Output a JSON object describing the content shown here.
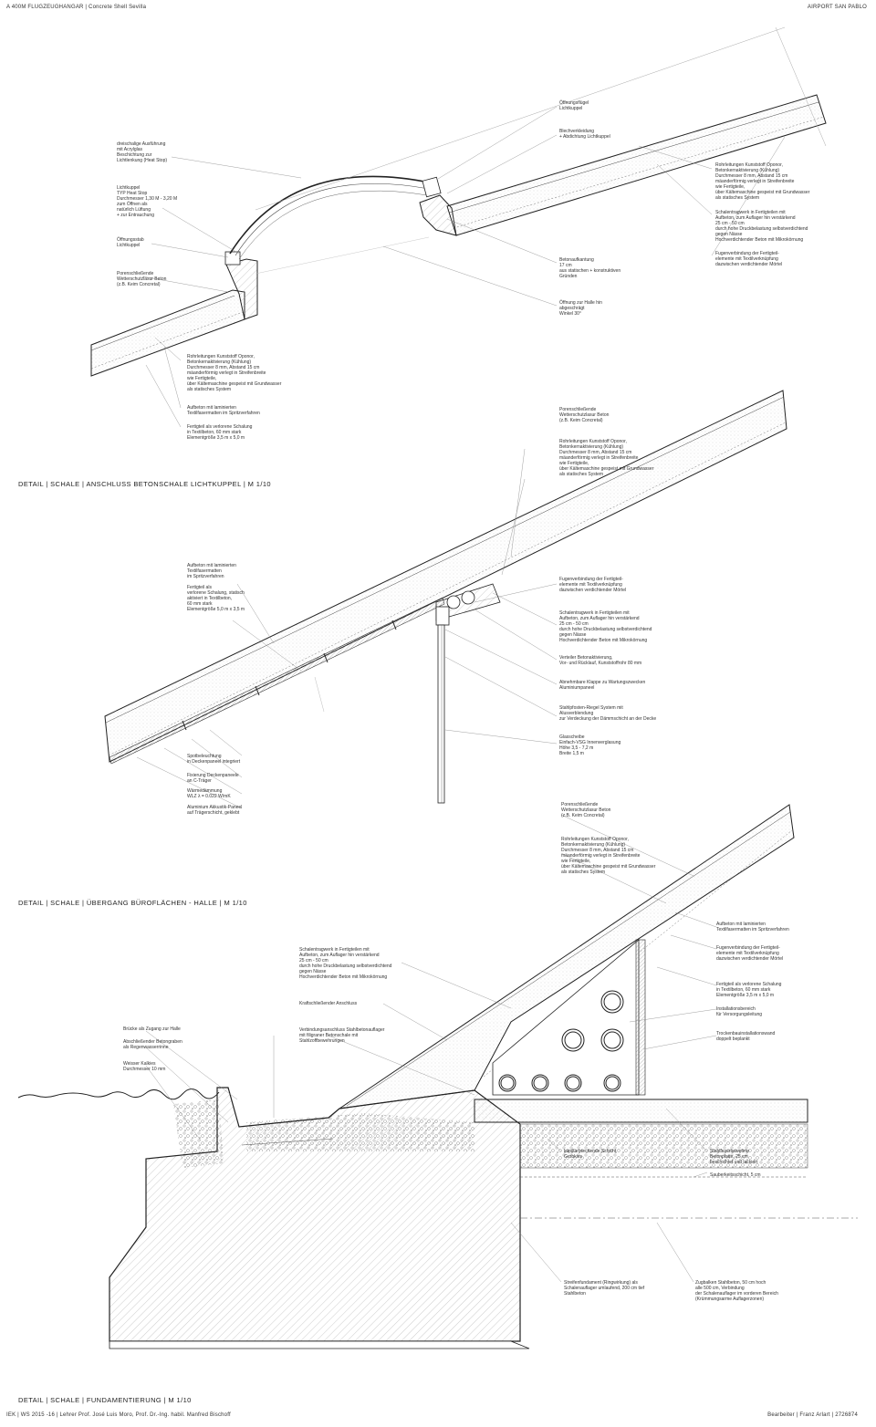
{
  "header": {
    "left": "A 400M FLUGZEUGHANGAR | Concrete Shell Sevilla",
    "right": "AIRPORT SAN PABLO"
  },
  "footer": {
    "left": "IEK | WS 2015 -16 | Lehrer Prof. José Luis Moro, Prof. Dr.-Ing. habil. Manfred Bischoff",
    "right": "Bearbeiter | Franz Arlart | 2726874"
  },
  "details": [
    {
      "title": "DETAIL | SCHALE | ANSCHLUSS BETONSCHALE LICHTKUPPEL | M 1/10",
      "notes": [
        "dreischalige Ausführung\nmit Acrylglas\nBeschichtung zur\nLichtlenkung (Heat Stop)",
        "Lichtkuppel\nTYP Heat Stop\nDurchmesser 1,30 M - 3,20 M\nzum Öffnen als\nnatürlich Lüftung\n+ zur Entrauchung",
        "Öffnungsstab\nLichtkuppel",
        "Porenschließende\nWetterschutzlasur Beton\n(z.B. Keim Concretal)",
        "Rohrleitungen Kunststoff Oponor,\nBetonkernaktivierung (Kühlung)\nDurchmesser 8 mm, Abstand 15 cm\nmäanderförmig verlegt in Streifenbreite\nwie Fertigteile,\nüber Kältemaschine gespeist mit Grundwasser\nals statisches System",
        "Aufbeton mit laminierten\nTextilfasermatten im Spritzverfahren",
        "Fertigteil als verlorene Schalung\nin Textilbeton, 60 mm stark\nElementgröße 3,5 m x 5,0 m",
        "Öffnungsflügel\nLichtkuppel",
        "Blechverkleidung\n+ Abdichtung Lichtkuppel",
        "Rohrleitungen Kunststoff Oponor,\nBetonkernaktivierung (Kühlung)\nDurchmesser 8 mm, Abstand 15 cm\nmäanderförmig verlegt in Streifenbreite\nwie Fertigteile,\nüber Kältemaschine gespeist mit Grundwasser\nals statisches System",
        "Schalentragwerk in Fertigteilen mit\nAufbeton, zum Auflager hin verstärkend\n25 cm - 50 cm\ndurch hohe Druckbelastung selbstverdichtend\ngegen Nässe\nHochverdichtender Beton mit Mikrokörnung",
        "Fugenverbindung der Fertigteil-\nelemente mit Textilverknüpfung\ndazwischen verdichtender Mörtel",
        "Betonaufkantung\n17 cm\naus statischen + konstruktiven\nGründen",
        "Öffnung zur Halle hin\nabgeschrägt\nWinkel 30°"
      ]
    },
    {
      "title": "DETAIL | SCHALE | ÜBERGANG BÜROFLÄCHEN - HALLE | M 1/10",
      "notes": [
        "Porenschließende\nWetterschutzlasur Beton\n(z.B. Keim Concretal)",
        "Rohrleitungen Kunststoff Oponor,\nBetonkernaktivierung (Kühlung)\nDurchmesser 8 mm, Abstand 15 cm\nmäanderförmig verlegt in Streifenbreite\nwie Fertigteile,\nüber Kältemaschine gespeist mit Grundwasser\nals statisches System",
        "Aufbeton mit laminierten\nTextilfasermatten\nim Spritzverfahren",
        "Fertigteil als\nverlorene Schalung, statisch\naktiviert in Textilbeton,\n60 mm stark\nElementgröße 5,0 m x 3,5 m",
        "Fugenverbindung der Fertigteil-\nelemente mit Textilverknüpfung\ndazwischen verdichtender Mörtel",
        "Schalentragwerk in Fertigteilen mit\nAufbeton, zum Auflager hin verstärkend\n25 cm - 50 cm\ndurch hohe Druckbelastung selbstverdichtend\ngegen Nässe\nHochverdichtender Beton mit Mikrokörnung",
        "Verteiler Betonaktivierung,\nVor- und Rücklauf, Kunststoffrohr 80 mm",
        "Abnehmbare Klappe zu Wartungszwecken\nAluminiumpaneel",
        "Stahlpfosten-Riegel System mit\nAlusverblendung\nzur Verdeckung der Dämmschicht an der Decke",
        "Glasscheibe\nEinfach-VSG Innenverglasung\nHöhe 3,5 - 7,2 m\nBreite 1,5 m",
        "Spotbeleuchtung\nin Deckenpaneel integriert",
        "Fixierung Deckenpaneele\nan C-Träger",
        "Wärmedämmung\nWLZ λ = 0.022 W/mK",
        "Aluminium Akkustik-Paneel\nauf Trägerschicht, geklebt"
      ]
    },
    {
      "title": "DETAIL | SCHALE | FUNDAMENTIERUNG | M 1/10",
      "notes": [
        "Porenschließende\nWetterschutzlasur Beton\n(z.B. Keim Concretal)",
        "Rohrleitungen Kunststoff Oponor,\nBetonkernaktivierung (Kühlung)\nDurchmesser 8 mm, Abstand 15 cm\nmäanderförmig verlegt in Streifenbreite\nwie Fertigteile,\nüber Kältemaschine gespeist mit Grundwasser\nals statisches System",
        "Schalentragwerk in Fertigteilen mit\nAufbeton, zum Auflager hin verstärkend\n25 cm - 50 cm\ndurch hohe Druckbelastung selbstverdichtend\ngegen Nässe\nHochverdichtender Beton mit Mikrokörnung",
        "Kraftschließender Anschluss",
        "Brücke als Zugang zur Halle",
        "Abschließender Betongraben\nals Regenwasserrinne",
        "Weisser Kalkies\nDurchmesser 10 mm",
        "Verbindungsanschluss Stahlbetonauflager\nmit filigraner Betonschale mit\nStahlzoffbewehrungen",
        "Aufbeton mit laminierten\nTextilfasermatten im Spritzverfahren",
        "Fugenverbindung der Fertigteil-\nelemente mit Textilverknüpfung\ndazwischen verdichtender Mörtel",
        "Fertigteil als verlorene Schalung\nin Textilbeton, 60 mm stark\nElementgröße 3,5 m x 5,0 m",
        "Installationsbereich\nfür Versorgungsleitung",
        "Trockenbauinstallationswand\ndoppelt beplankt",
        "kapillarbrechende Schicht\nGrobkies",
        "Stahlfaserbewehrte\nBetonplatte, 25 cm\nbeschichtet und lackiert",
        "Sauberkeitsschicht, 5 cm",
        "Streifenfundament (Ringwirkung) als\nSchalenauflager umlaufend, 200 cm tief\nStahlbeton",
        "Zugbalken Stahlbeton, 50 cm hoch\nalle 500 cm, Verbindung\nder Schalenauflager im vorderen Bereich\n(Krümmungsarme Auflagerzonen)"
      ]
    }
  ]
}
